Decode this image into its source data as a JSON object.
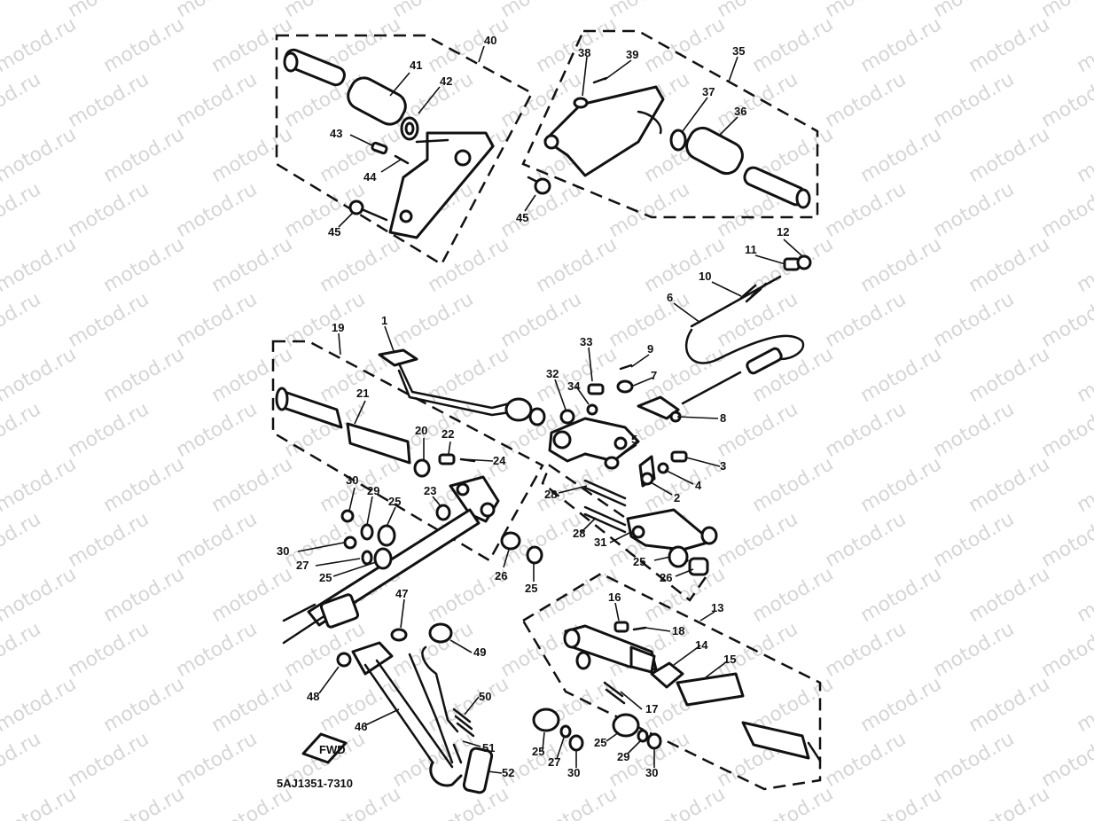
{
  "diagram": {
    "code": "5AJ1351-7310",
    "watermark": "motod.ru",
    "fwd_badge": "FWD"
  },
  "callouts": [
    {
      "id": "c40",
      "label": "40"
    },
    {
      "id": "c41",
      "label": "41"
    },
    {
      "id": "c42",
      "label": "42"
    },
    {
      "id": "c43",
      "label": "43"
    },
    {
      "id": "c44",
      "label": "44"
    },
    {
      "id": "c45a",
      "label": "45"
    },
    {
      "id": "c38",
      "label": "38"
    },
    {
      "id": "c39",
      "label": "39"
    },
    {
      "id": "c35",
      "label": "35"
    },
    {
      "id": "c37",
      "label": "37"
    },
    {
      "id": "c36",
      "label": "36"
    },
    {
      "id": "c45b",
      "label": "45"
    },
    {
      "id": "c12",
      "label": "12"
    },
    {
      "id": "c11",
      "label": "11"
    },
    {
      "id": "c10",
      "label": "10"
    },
    {
      "id": "c6",
      "label": "6"
    },
    {
      "id": "c19",
      "label": "19"
    },
    {
      "id": "c1",
      "label": "1"
    },
    {
      "id": "c33",
      "label": "33"
    },
    {
      "id": "c9",
      "label": "9"
    },
    {
      "id": "c7",
      "label": "7"
    },
    {
      "id": "c32",
      "label": "32"
    },
    {
      "id": "c34",
      "label": "34"
    },
    {
      "id": "c8",
      "label": "8"
    },
    {
      "id": "c21",
      "label": "21"
    },
    {
      "id": "c20",
      "label": "20"
    },
    {
      "id": "c22",
      "label": "22"
    },
    {
      "id": "c24",
      "label": "24"
    },
    {
      "id": "c5",
      "label": "5"
    },
    {
      "id": "c3",
      "label": "3"
    },
    {
      "id": "c4",
      "label": "4"
    },
    {
      "id": "c2",
      "label": "2"
    },
    {
      "id": "c28a",
      "label": "28"
    },
    {
      "id": "c28b",
      "label": "28"
    },
    {
      "id": "c31",
      "label": "31"
    },
    {
      "id": "c30a",
      "label": "30"
    },
    {
      "id": "c29a",
      "label": "29"
    },
    {
      "id": "c25a",
      "label": "25"
    },
    {
      "id": "c23",
      "label": "23"
    },
    {
      "id": "c30b",
      "label": "30"
    },
    {
      "id": "c27a",
      "label": "27"
    },
    {
      "id": "c25b",
      "label": "25"
    },
    {
      "id": "c26a",
      "label": "26"
    },
    {
      "id": "c25c",
      "label": "25"
    },
    {
      "id": "c25d",
      "label": "25"
    },
    {
      "id": "c26b",
      "label": "26"
    },
    {
      "id": "c47",
      "label": "47"
    },
    {
      "id": "c13",
      "label": "13"
    },
    {
      "id": "c16",
      "label": "16"
    },
    {
      "id": "c18",
      "label": "18"
    },
    {
      "id": "c14",
      "label": "14"
    },
    {
      "id": "c15",
      "label": "15"
    },
    {
      "id": "c49",
      "label": "49"
    },
    {
      "id": "c48",
      "label": "48"
    },
    {
      "id": "c50",
      "label": "50"
    },
    {
      "id": "c17",
      "label": "17"
    },
    {
      "id": "c46",
      "label": "46"
    },
    {
      "id": "c51",
      "label": "51"
    },
    {
      "id": "c52",
      "label": "52"
    },
    {
      "id": "c25e",
      "label": "25"
    },
    {
      "id": "c27b",
      "label": "27"
    },
    {
      "id": "c30c",
      "label": "30"
    },
    {
      "id": "c25f",
      "label": "25"
    },
    {
      "id": "c29b",
      "label": "29"
    },
    {
      "id": "c30d",
      "label": "30"
    }
  ]
}
